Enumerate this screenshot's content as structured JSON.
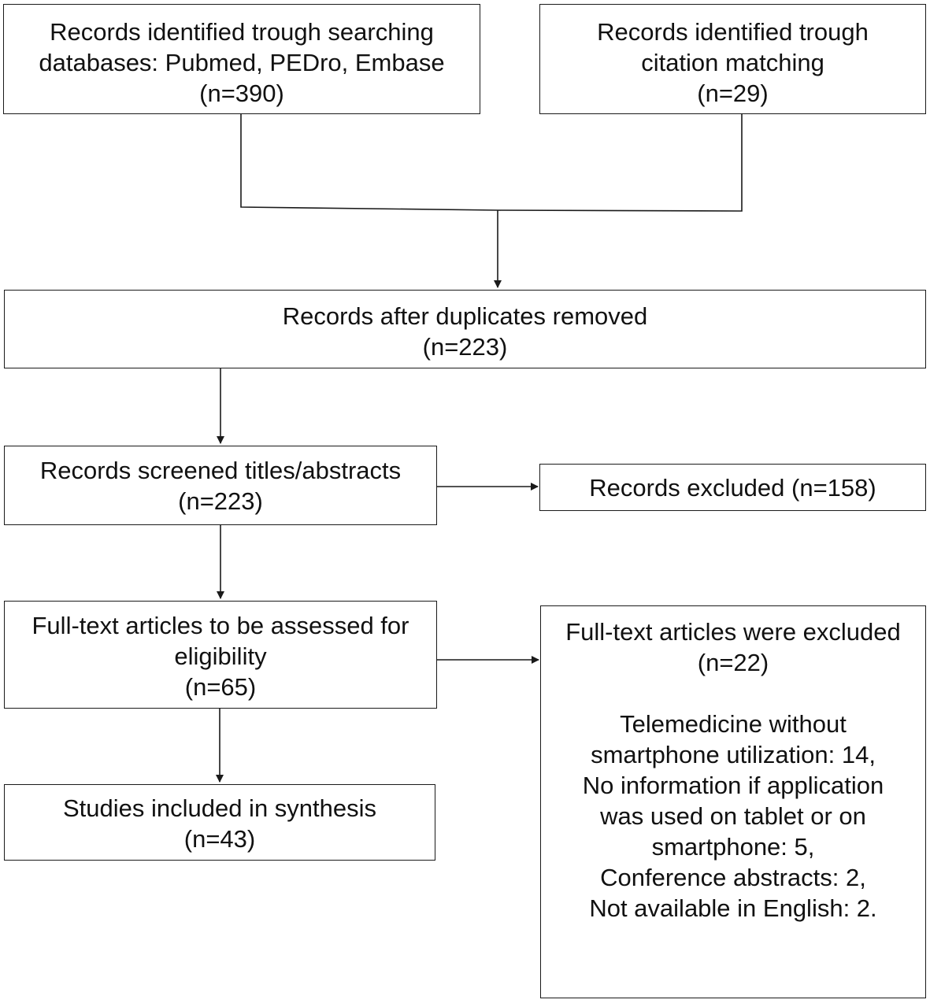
{
  "boxes": {
    "databases": {
      "line1": "Records identified trough  searching",
      "line2": "databases: Pubmed, PEDro, Embase",
      "count": "(n=390)"
    },
    "citation": {
      "line1": "Records identified trough",
      "line2": "citation matching",
      "count": "(n=29)"
    },
    "duplicates": {
      "line1": "Records after duplicates removed",
      "count": "(n=223)"
    },
    "screened": {
      "line1": "Records screened titles/abstracts",
      "count": "(n=223)"
    },
    "excluded_records": {
      "line1": "Records excluded (n=158)"
    },
    "fulltext": {
      "line1": "Full-text  articles to be assessed for",
      "line2": "eligibility",
      "count": "(n=65)"
    },
    "fulltext_excluded": {
      "line1": "Full-text  articles were excluded",
      "count": "(n=22)",
      "reasons": [
        "Telemedicine without",
        "smartphone utilization: 14,",
        "No information if application",
        "was used on tablet or on",
        "smartphone: 5,",
        "Conference abstracts: 2,",
        "Not available in English: 2."
      ]
    },
    "included": {
      "line1": "Studies included in synthesis",
      "count": "(n=43)"
    }
  }
}
